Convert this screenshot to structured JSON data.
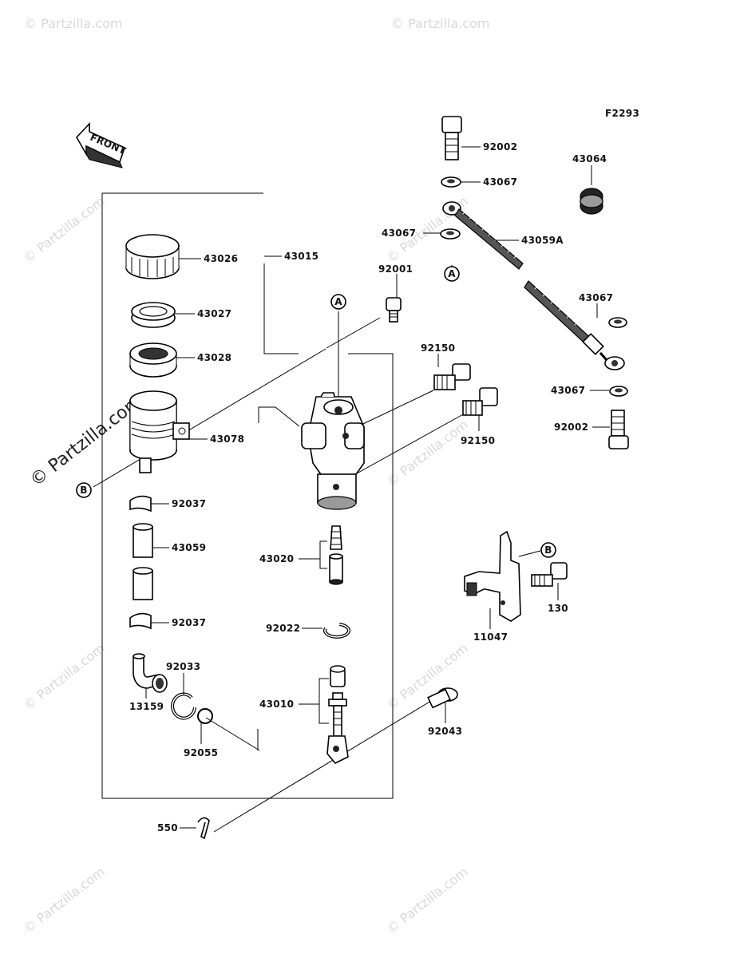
{
  "diagram": {
    "code": "F2293",
    "front_label": "FRONT",
    "watermark": "© Partzilla.com",
    "callouts": {
      "a": "A",
      "b": "B"
    },
    "parts": {
      "p92002_top": "92002",
      "p43067_a": "43067",
      "p43064": "43064",
      "p43067_b": "43067",
      "p43059a": "43059A",
      "p92001": "92001",
      "p43067_c": "43067",
      "p43026": "43026",
      "p43015": "43015",
      "p43027": "43027",
      "p43028": "43028",
      "p92150_a": "92150",
      "p43067_d": "43067",
      "p92002_b": "92002",
      "p92150_b": "92150",
      "p43078": "43078",
      "p92037_a": "92037",
      "p43059": "43059",
      "p43020": "43020",
      "p130": "130",
      "p11047": "11047",
      "p92037_b": "92037",
      "p92022": "92022",
      "p92033": "92033",
      "p43010": "43010",
      "p13159": "13159",
      "p92043": "92043",
      "p92055": "92055",
      "p550": "550"
    }
  }
}
